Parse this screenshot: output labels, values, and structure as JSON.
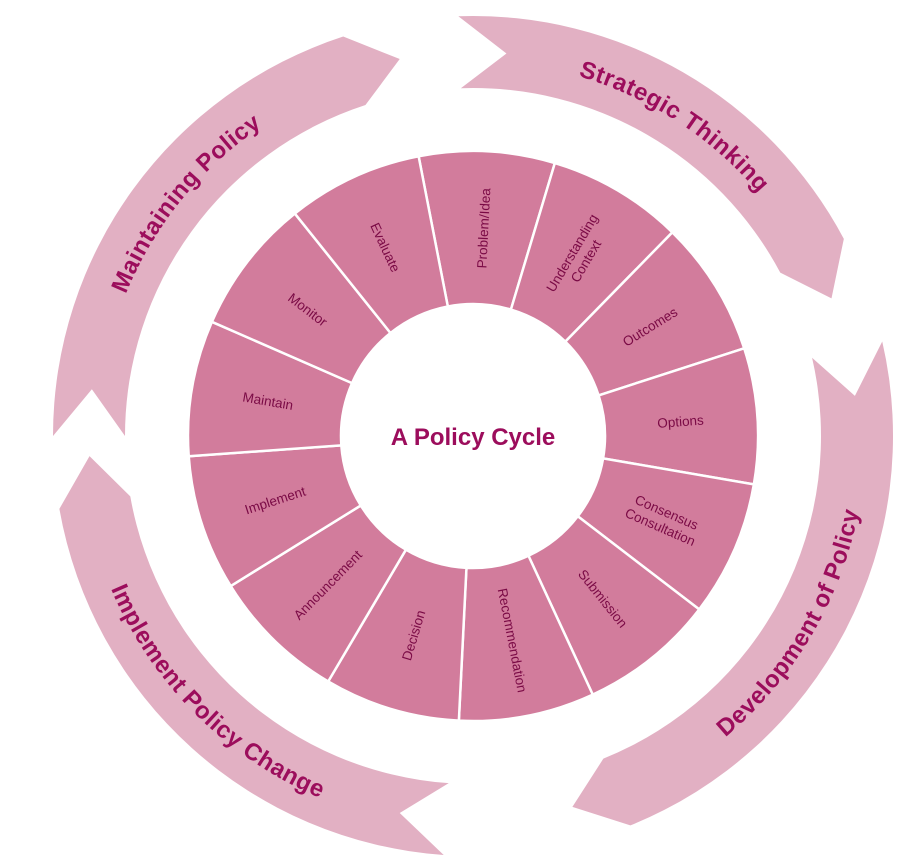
{
  "title": "A Policy Cycle",
  "colors": {
    "segment": "#d27c9c",
    "outer_arrow": "#e2b0c3",
    "text": "#9c0d5c",
    "segment_text": "#7a0a45",
    "divider": "#ffffff"
  },
  "segments": [
    [
      "Problem/Idea"
    ],
    [
      "Understanding",
      "Context"
    ],
    [
      "Outcomes"
    ],
    [
      "Options"
    ],
    [
      "Consensus",
      "Consultation"
    ],
    [
      "Submission"
    ],
    [
      "Recommendation"
    ],
    [
      "Decision"
    ],
    [
      "Announcement"
    ],
    [
      "Implement"
    ],
    [
      "Maintain"
    ],
    [
      "Monitor"
    ],
    [
      "Evaluate"
    ]
  ],
  "phases": [
    "Strategic Thinking",
    "Development of Policy",
    "Implement Policy Change",
    "Maintaining Policy"
  ]
}
